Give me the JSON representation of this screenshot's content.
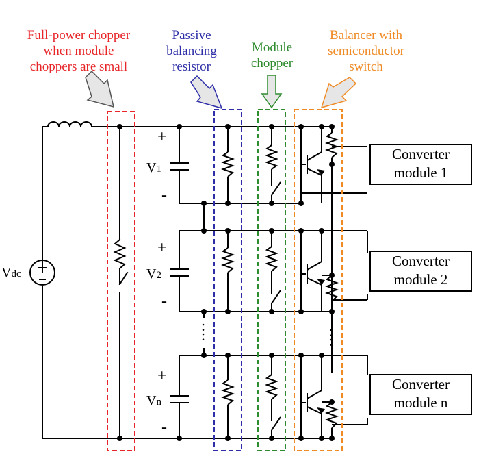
{
  "annotations": {
    "full_power_chopper": {
      "line1": "Full-power chopper",
      "line2": "when module",
      "line3": "choppers are small",
      "color": "#e8262a"
    },
    "passive_resistor": {
      "line1": "Passive",
      "line2": "balancing",
      "line3": "resistor",
      "color": "#2d2ea8"
    },
    "module_chopper": {
      "line1": "Module",
      "line2": "chopper",
      "color": "#2e8b2e"
    },
    "balancer": {
      "line1": "Balancer with",
      "line2": "semiconductor",
      "line3": "switch",
      "color": "#f08a24"
    }
  },
  "source": {
    "label": "V",
    "sub": "dc"
  },
  "capacitors": [
    {
      "label": "V",
      "sub": "1",
      "plus": "+",
      "minus": "-"
    },
    {
      "label": "V",
      "sub": "2",
      "plus": "+",
      "minus": "-"
    },
    {
      "label": "V",
      "sub": "n",
      "plus": "+",
      "minus": "-"
    }
  ],
  "modules": [
    {
      "line1": "Converter",
      "line2": "module 1"
    },
    {
      "line1": "Converter",
      "line2": "module 2"
    },
    {
      "line1": "Converter",
      "line2": "module n"
    }
  ],
  "ellipsis": ":"
}
